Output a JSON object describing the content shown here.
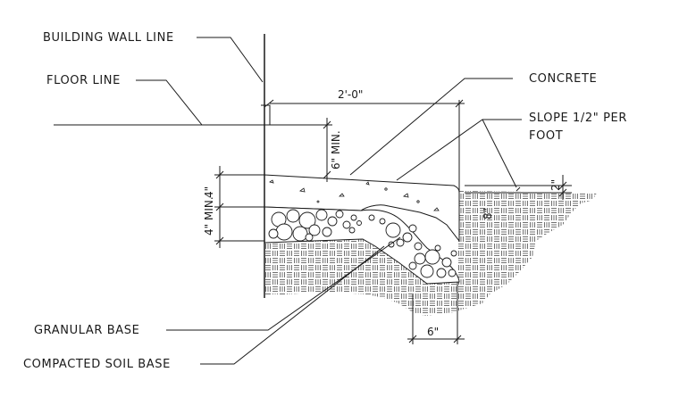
{
  "labels": {
    "building_wall_line": "BUILDING WALL LINE",
    "floor_line": "FLOOR LINE",
    "concrete": "CONCRETE",
    "slope_line1": "SLOPE 1/2\" PER",
    "slope_line2": "FOOT",
    "granular_base": "GRANULAR BASE",
    "compacted_soil_base": "COMPACTED SOIL BASE"
  },
  "dimensions": {
    "width_top": "2'-0\"",
    "min_6": "6\" MIN.",
    "thick_4": "4\"",
    "min_4": "4\" MIN.",
    "edge_2": "2\"",
    "edge_8": "8\"",
    "bottom_6": "6\""
  }
}
